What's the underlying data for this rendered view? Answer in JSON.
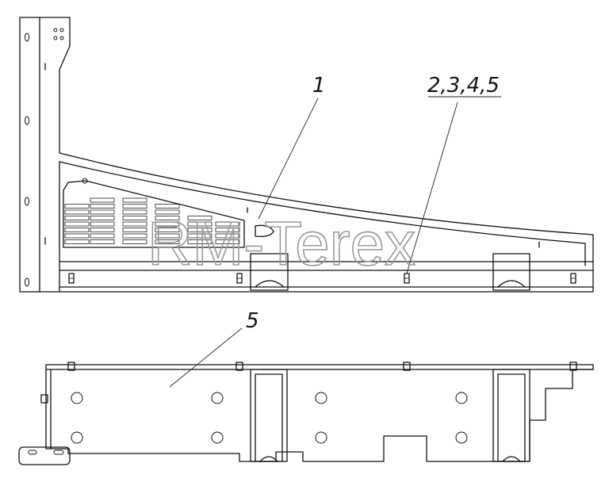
{
  "drawing": {
    "callouts": [
      {
        "id": "callout-1",
        "text": "1"
      },
      {
        "id": "callout-2345",
        "text": "2,3,4,5"
      },
      {
        "id": "callout-5",
        "text": "5"
      }
    ],
    "watermark": "RM-Terex"
  }
}
